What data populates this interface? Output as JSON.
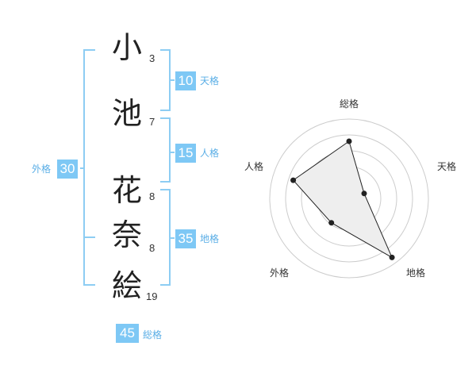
{
  "name": {
    "chars": [
      {
        "char": "小",
        "strokes": "3"
      },
      {
        "char": "池",
        "strokes": "7"
      },
      {
        "char": "花",
        "strokes": "8"
      },
      {
        "char": "奈",
        "strokes": "8"
      },
      {
        "char": "絵",
        "strokes": "19"
      }
    ]
  },
  "fortune": {
    "tenkaku": {
      "value": "10",
      "label": "天格"
    },
    "jinkaku": {
      "value": "15",
      "label": "人格"
    },
    "chikaku": {
      "value": "35",
      "label": "地格"
    },
    "gaikaku": {
      "value": "30",
      "label": "外格"
    },
    "soukaku": {
      "value": "45",
      "label": "総格"
    }
  },
  "colors": {
    "accent": "#7ec8f5",
    "accent_text": "#5aaee6",
    "bracket": "#8dcdf3",
    "radar_fill": "#eeeeee",
    "radar_line": "#222222",
    "ring": "#cccccc"
  },
  "chart_data": {
    "type": "radar",
    "axes": [
      "総格",
      "天格",
      "地格",
      "外格",
      "人格"
    ],
    "max": 5,
    "values": [
      3.6,
      1.0,
      4.6,
      1.9,
      3.7
    ]
  }
}
